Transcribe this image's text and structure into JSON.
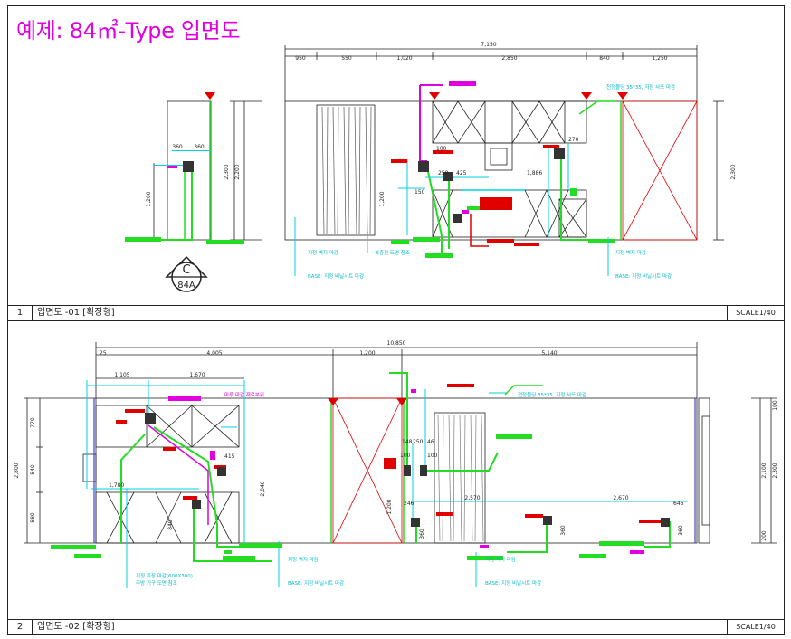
{
  "title": "예제: 84㎡-Type 입면도",
  "sections": [
    {
      "number": "1",
      "name": "입면도 -01 [확장형]",
      "scale": "SCALE1/40"
    },
    {
      "number": "2",
      "name": "입면도 -02 [확장형]",
      "scale": "SCALE1/40"
    }
  ],
  "section_marker": {
    "letter": "C",
    "code": "84A"
  },
  "elev1": {
    "overall": "7,150",
    "dims": [
      "950",
      "550",
      "1,020",
      "2,850",
      "840",
      "1,250"
    ],
    "left_dims": [
      "360",
      "360"
    ],
    "heights": [
      "2,200",
      "2,300",
      "1,200",
      "2,300"
    ],
    "small": [
      "100",
      "250",
      "425",
      "1,886",
      "150",
      "270"
    ],
    "notes": {
      "top_right": "천정몰딩 35*35, 지정 사또 마감",
      "mid_left": "지정 벽지 마감",
      "mid_center": "복층판 도면 참조",
      "bottom_left": "BASE: 지정 비닐시트 마감",
      "right_wall": "지정 벽지 마감",
      "bottom_right": "BASE: 지정 비닐시트 마감"
    }
  },
  "elev2": {
    "overall": "10,850",
    "dims": [
      "25",
      "4,005",
      "1,200",
      "5,140"
    ],
    "sub_dims": [
      "1,105",
      "1,670"
    ],
    "left_heights": [
      "2,800",
      "770",
      "840",
      "880"
    ],
    "inner": [
      "1,780",
      "840",
      "1,200",
      "2,040",
      "415",
      "246",
      "148",
      "250",
      "46",
      "100",
      "100",
      "2,570",
      "2,670",
      "646",
      "360",
      "360",
      "360"
    ],
    "right_heights": [
      "2,100",
      "2,300",
      "200",
      "100"
    ],
    "notes": {
      "top_left": "마루 마감 재료부위",
      "top_right": "천정몰딩 35*35, 지정 사또 마감",
      "left_bottom1": "지정 특장 마감(600X300)",
      "left_bottom2": "주방 기구 도면 참조",
      "mid1": "지정 벽지 마감",
      "mid2": "BASE: 지정 비닐시트 마감",
      "right1": "지정 벽지 마감",
      "right2": "BASE: 지정 비닐시트 마감"
    }
  },
  "colors": {
    "magenta": "#e000e0",
    "green": "#22dd22",
    "cyan": "#00d0e0",
    "red": "#e00000",
    "line": "#222222"
  }
}
